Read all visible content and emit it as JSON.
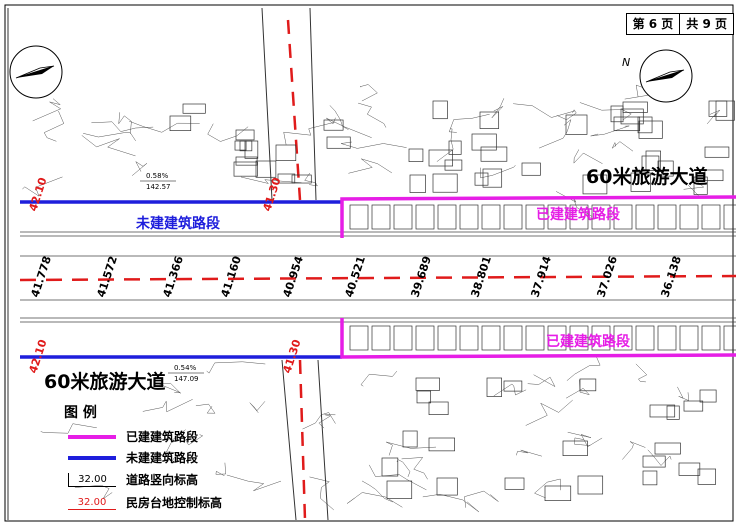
{
  "page_info": {
    "page": "第 6 页",
    "total": "共 9 页"
  },
  "road_names": {
    "left": "60米旅游大道",
    "right": "60米旅游大道"
  },
  "segments": {
    "unbuilt": "未建建筑路段",
    "built_top": "已建建筑路段",
    "built_bottom": "已建建筑路段"
  },
  "slopes": [
    {
      "grade": "0.58%",
      "length": "142.57"
    },
    {
      "grade": "0.54%",
      "length": "147.09"
    }
  ],
  "elevations": [
    "41.778",
    "41.572",
    "41.366",
    "41.160",
    "40.954",
    "40.521",
    "39.689",
    "38.801",
    "37.914",
    "37.026",
    "36.138"
  ],
  "control_elevations": [
    "42.10",
    "41.30",
    "42.10",
    "41.30"
  ],
  "compass_letter": "N",
  "legend": {
    "title": "图 例",
    "items": [
      {
        "label": "已建建筑路段",
        "color": "#e61ee6"
      },
      {
        "label": "未建建筑路段",
        "color": "#1e1edc"
      },
      {
        "label": "道路竖向标高",
        "sample": "32.00"
      },
      {
        "label": "民房台地控制标高",
        "sample": "32.00"
      }
    ]
  },
  "colors": {
    "built": "#e61ee6",
    "unbuilt": "#1e1edc",
    "centerline": "#e01b1b",
    "ink": "#555555"
  }
}
